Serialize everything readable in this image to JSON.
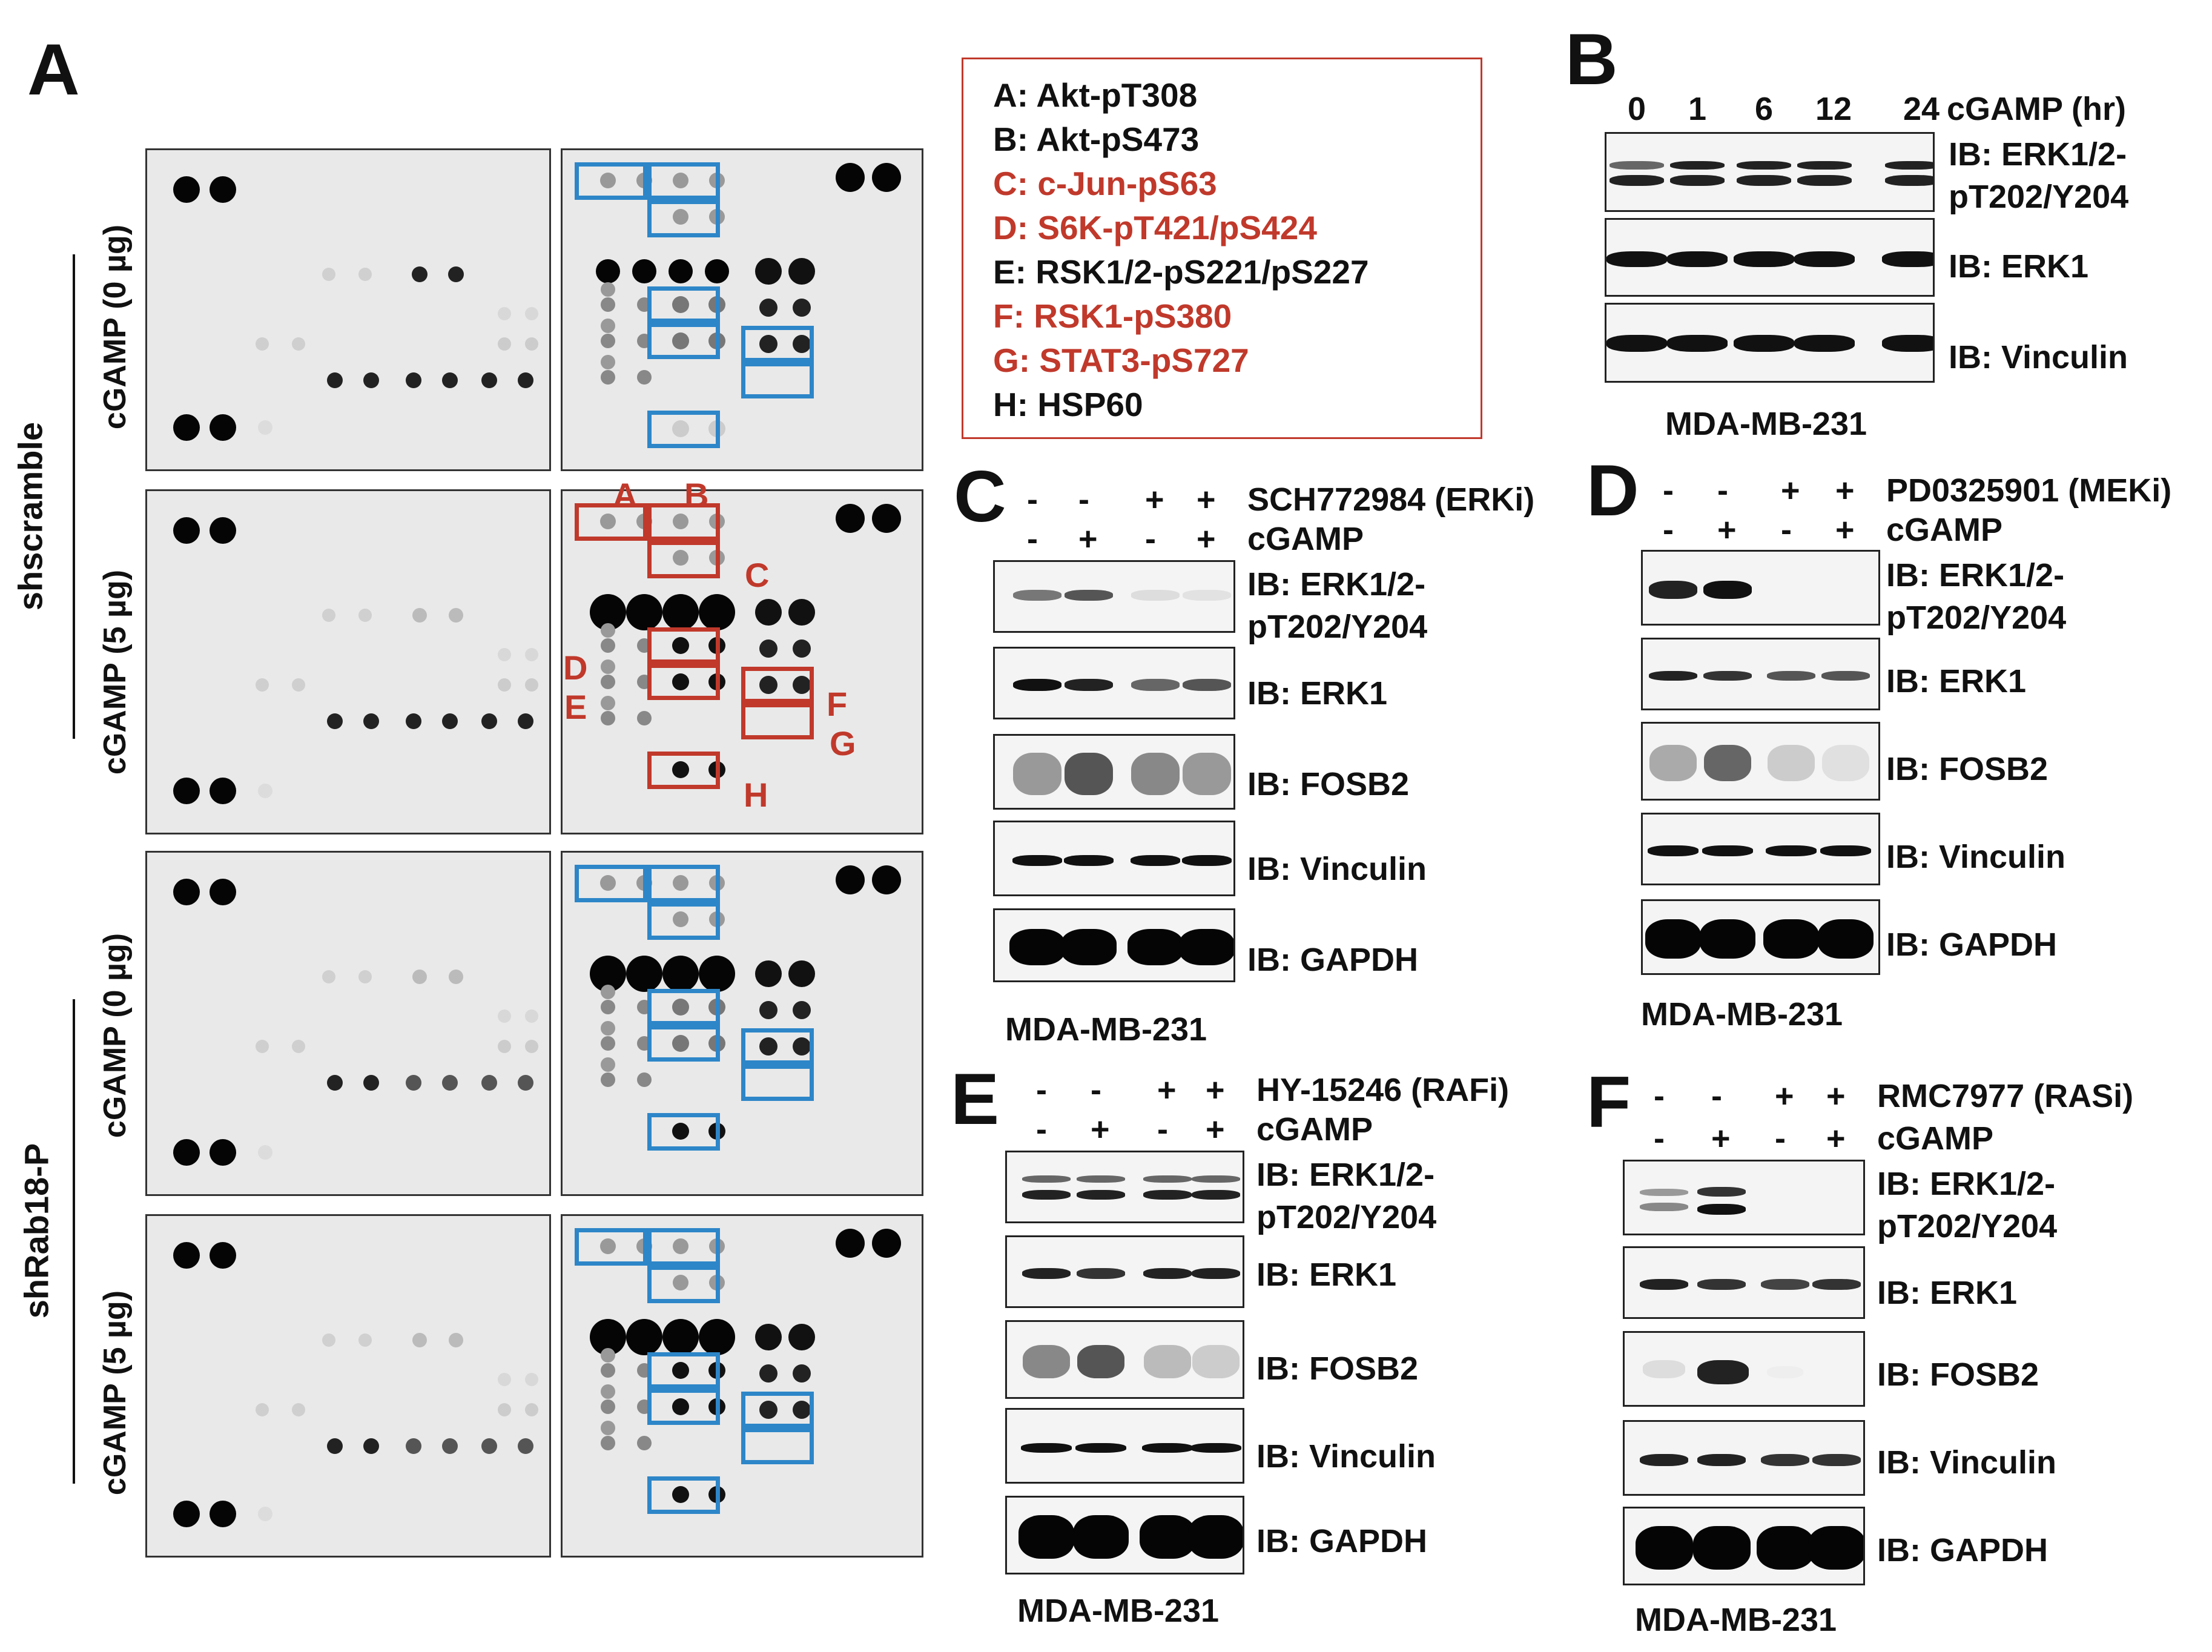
{
  "panels": {
    "A": "A",
    "B": "B",
    "C": "C",
    "D": "D",
    "E": "E",
    "F": "F"
  },
  "arrays": {
    "group1": "shscramble",
    "group2": "shRab18-P",
    "cond0": "cGAMP (0 µg)",
    "cond5": "cGAMP (5 µg)",
    "spot_letters": [
      "A",
      "B",
      "C",
      "D",
      "E",
      "F",
      "G",
      "H"
    ]
  },
  "legend": [
    {
      "text": "A: Akt-pT308",
      "color": "#111111"
    },
    {
      "text": "B: Akt-pS473",
      "color": "#111111"
    },
    {
      "text": "C: c-Jun-pS63",
      "color": "#c0392b"
    },
    {
      "text": "D: S6K-pT421/pS424",
      "color": "#c0392b"
    },
    {
      "text": "E: RSK1/2-pS221/pS227",
      "color": "#111111"
    },
    {
      "text": "F: RSK1-pS380",
      "color": "#c0392b"
    },
    {
      "text": "G: STAT3-pS727",
      "color": "#c0392b"
    },
    {
      "text": "H: HSP60",
      "color": "#111111"
    }
  ],
  "panelB": {
    "times": [
      "0",
      "1",
      "6",
      "12",
      "24"
    ],
    "time_label": "cGAMP (hr)",
    "blots": [
      "IB: ERK1/2-\npT202/Y204",
      "IB: ERK1",
      "IB: Vinculin"
    ],
    "cell_line": "MDA-MB-231"
  },
  "panelC": {
    "inhibitor": "SCH772984 (ERKi)",
    "inhibitor_signs": [
      "-",
      "-",
      "+",
      "+"
    ],
    "cgamp": "cGAMP",
    "cgamp_signs": [
      "-",
      "+",
      "-",
      "+"
    ],
    "blots": [
      "IB: ERK1/2-\npT202/Y204",
      "IB: ERK1",
      "IB: FOSB2",
      "IB: Vinculin",
      "IB: GAPDH"
    ],
    "cell_line": "MDA-MB-231"
  },
  "panelD": {
    "inhibitor": "PD0325901 (MEKi)",
    "inhibitor_signs": [
      "-",
      "-",
      "+",
      "+"
    ],
    "cgamp": "cGAMP",
    "cgamp_signs": [
      "-",
      "+",
      "-",
      "+"
    ],
    "blots": [
      "IB: ERK1/2-\npT202/Y204",
      "IB: ERK1",
      "IB: FOSB2",
      "IB: Vinculin",
      "IB: GAPDH"
    ],
    "cell_line": "MDA-MB-231"
  },
  "panelE": {
    "inhibitor": "HY-15246 (RAFi)",
    "inhibitor_signs": [
      "-",
      "-",
      "+",
      "+"
    ],
    "cgamp": "cGAMP",
    "cgamp_signs": [
      "-",
      "+",
      "-",
      "+"
    ],
    "blots": [
      "IB: ERK1/2-\npT202/Y204",
      "IB: ERK1",
      "IB: FOSB2",
      "IB: Vinculin",
      "IB: GAPDH"
    ],
    "cell_line": "MDA-MB-231"
  },
  "panelF": {
    "inhibitor": "RMC7977 (RASi)",
    "inhibitor_signs": [
      "-",
      "-",
      "+",
      "+"
    ],
    "cgamp": "cGAMP",
    "cgamp_signs": [
      "-",
      "+",
      "-",
      "+"
    ],
    "blots": [
      "IB: ERK1/2-\npT202/Y204",
      "IB: ERK1",
      "IB: FOSB2",
      "IB: Vinculin",
      "IB: GAPDH"
    ],
    "cell_line": "MDA-MB-231"
  },
  "colors": {
    "red": "#c0392b",
    "blue": "#2d86c8"
  }
}
